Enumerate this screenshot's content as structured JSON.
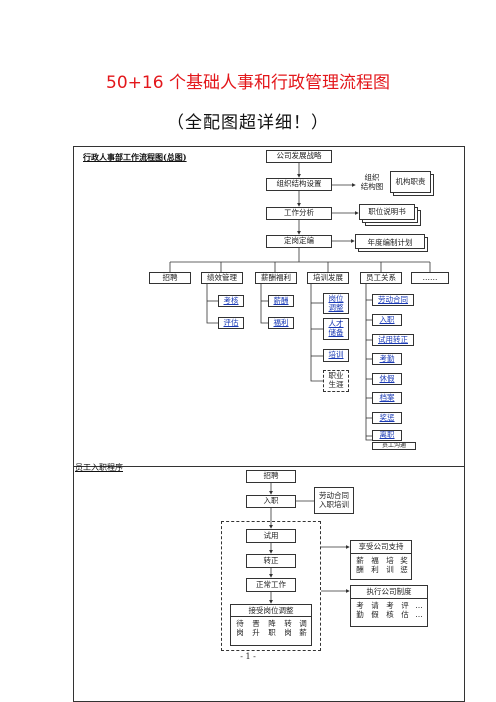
{
  "title": "50+16 个基础人事和行政管理流程图",
  "subtitle": "（全配图超详细！）",
  "chart1": {
    "section_title": "行政人事部工作流程图(总图)",
    "main_steps": [
      "公司发展战略",
      "组织结构设置",
      "工作分析",
      "定岗定编"
    ],
    "side_docs": {
      "org_a": "组织\n结构图",
      "org_b": "机构职责",
      "job_desc": "职位说明书",
      "plan": "年度编制计划"
    },
    "categories": [
      "招聘",
      "绩效管理",
      "薪酬福利",
      "培训发展",
      "员工关系",
      "……"
    ],
    "perf_items": [
      "考核",
      "评估"
    ],
    "pay_items": [
      "薪酬",
      "福利"
    ],
    "train_items": [
      "岗位\n调整",
      "人才\n储备",
      "培训",
      "职业\n生涯"
    ],
    "relation_items": [
      "劳动合同",
      "入职",
      "试用转正",
      "考勤",
      "休假",
      "档案",
      "奖惩",
      "离职",
      "员工沟通"
    ]
  },
  "chart2": {
    "section_title": "员工入职程序",
    "steps": [
      "招聘",
      "入职",
      "试用",
      "转正",
      "正常工作"
    ],
    "onboard_note": "劳动合同\n入职培训",
    "adjust_title": "接受岗位调整",
    "adjust_items": [
      "待\n岗",
      "晋\n升",
      "降\n职",
      "转\n岗",
      "调\n薪"
    ],
    "support_title": "享受公司支持",
    "support_items": [
      "薪\n酬",
      "福\n利",
      "培\n训",
      "奖\n惩"
    ],
    "rules_title": "执行公司制度",
    "rules_items": [
      "考\n勤",
      "请\n假",
      "考\n核",
      "评\n估",
      "…\n…"
    ]
  },
  "page_number": "- 1 -"
}
